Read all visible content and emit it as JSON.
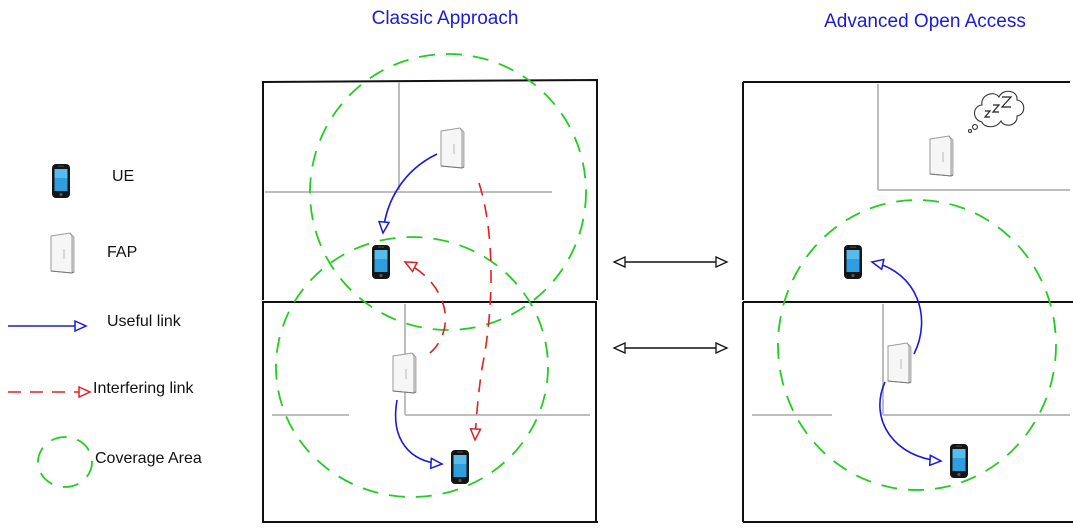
{
  "titles": {
    "left": "Classic Approach",
    "right": "Advanced Open Access"
  },
  "legend": {
    "ue": "UE",
    "fap": "FAP",
    "useful_link": "Useful link",
    "interfering_link": "Interfering link",
    "coverage_area": "Coverage Area"
  },
  "icons": {
    "ue": "mobile-phone-icon",
    "fap": "femto-access-point-icon",
    "sleep": "sleep-thought-bubble-icon"
  },
  "colors": {
    "title": "#1a1adb",
    "useful_link": "#1a1adb",
    "interfering_link": "#e02020",
    "coverage_area": "#22cc22"
  }
}
